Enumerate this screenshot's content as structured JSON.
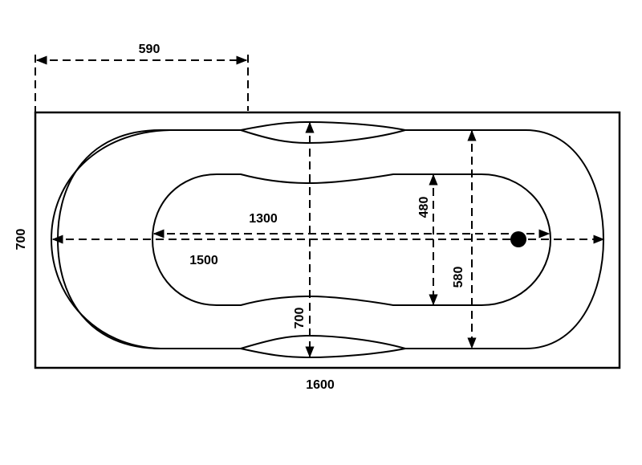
{
  "dimensions": {
    "top_offset": "590",
    "overall_width": "700",
    "overall_length": "1600",
    "outer_basin_length": "1500",
    "inner_basin_length": "1300",
    "basin_width_outer": "700",
    "inner_basin_width": "480",
    "basin_width": "580"
  },
  "colors": {
    "line": "#000000",
    "background": "#ffffff"
  }
}
